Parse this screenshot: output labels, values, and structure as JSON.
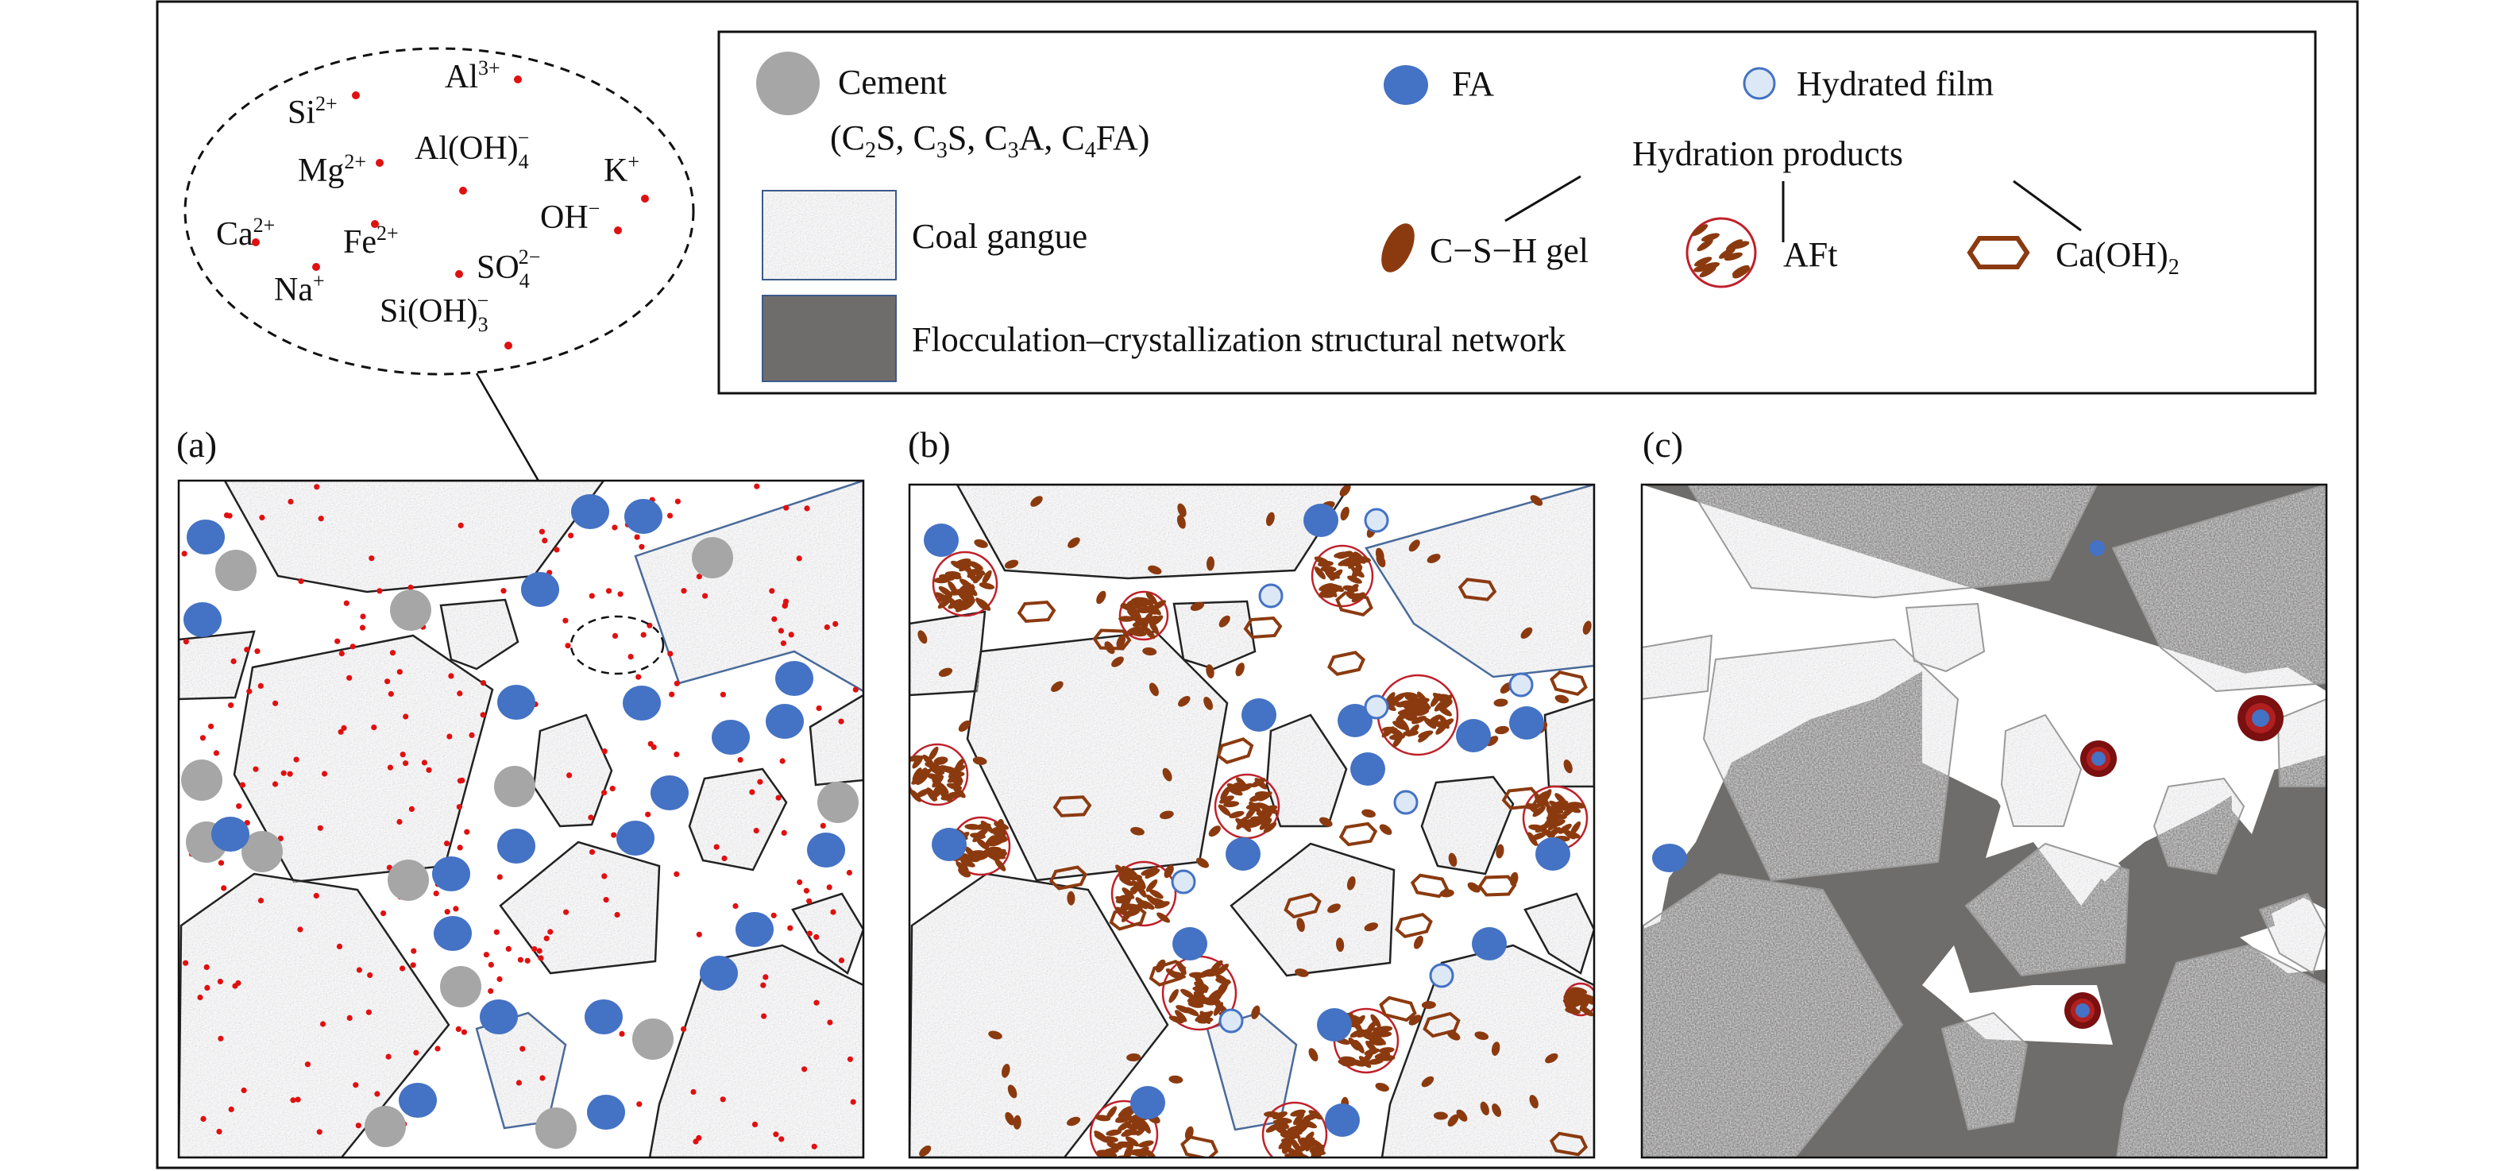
{
  "legend": {
    "cement_label": "Cement",
    "cement_formula": [
      "(C",
      "2",
      "S, C",
      "3",
      "S, C",
      "3",
      "A, C",
      "4",
      "FA)"
    ],
    "fa_label": "FA",
    "hydrated_film_label": "Hydrated film",
    "coal_gangue_label": "Coal gangue",
    "network_label": "Flocculation–crystallization structural network",
    "hydration_products_label": "Hydration products",
    "csh_label": "C−S−H gel",
    "aft_label": "AFt",
    "caoh_label": [
      "Ca(OH)",
      "2"
    ]
  },
  "ions": {
    "al": [
      "Al",
      "3+"
    ],
    "si": [
      "Si",
      "2+"
    ],
    "mg": [
      "Mg",
      "2+"
    ],
    "aloh": [
      "Al(OH)",
      "4",
      "−"
    ],
    "k": [
      "K",
      "+"
    ],
    "ca": [
      "Ca",
      "2+"
    ],
    "fe": [
      "Fe",
      "2+"
    ],
    "oh": [
      "OH",
      "−"
    ],
    "so4": [
      "SO",
      "4",
      "2−"
    ],
    "na": [
      "Na",
      "+"
    ],
    "sioh": [
      "Si(OH)",
      "3",
      "−"
    ]
  },
  "panels": {
    "a_label": "(a)",
    "b_label": "(b)",
    "c_label": "(c)"
  },
  "colors": {
    "cement": "#a6a6a6",
    "fa": "#4472c4",
    "hydrated_film_fill": "#dce8f5",
    "coal_gangue": "#c4c6c9",
    "network": "#6f6d6b",
    "hydration_product": "#8b3a0f",
    "ion_dot": "#e01010",
    "aft_ring": "#c0202a"
  }
}
